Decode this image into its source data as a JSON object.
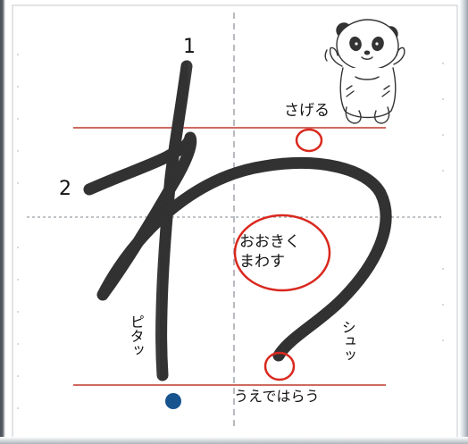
{
  "worksheet": {
    "stroke_numbers": [
      "1",
      "2"
    ],
    "annotations": {
      "sageru": "さげる",
      "ookiku": "おおきく まわす",
      "pitatt": "ピタッ",
      "shutt": "シュッ",
      "uede": "うえではらう"
    },
    "character_icon": "panda-icon"
  },
  "colors": {
    "guide_line": "#c0392b",
    "highlight_circle": "#d9281e",
    "ink": "#3a3a3a",
    "start_dot": "#17548f",
    "dashed_guide": "#9aa0a6"
  }
}
